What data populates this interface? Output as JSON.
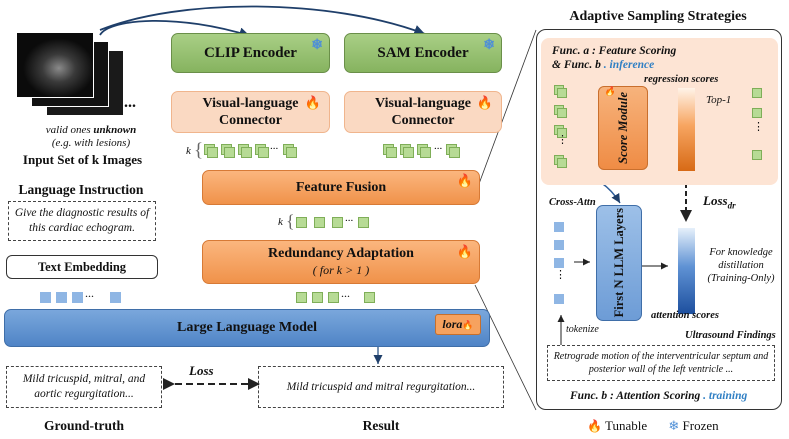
{
  "input": {
    "more_dots": "...",
    "note_line1_prefix": "valid ones ",
    "note_line1_bold": "unknown",
    "note_line2": "(e.g. with lesions)",
    "caption": "Input Set of k Images"
  },
  "encoders": {
    "clip": "CLIP Encoder",
    "sam": "SAM Encoder"
  },
  "connector": {
    "line1": "Visual-language",
    "line2": "Connector"
  },
  "k_label": "k",
  "dots": "...",
  "feature_fusion": "Feature Fusion",
  "redundancy": {
    "title": "Redundancy Adaptation",
    "sub": "( for k > 1 )"
  },
  "language": {
    "title": "Language Instruction",
    "instruction": "Give the diagnostic results of this cardiac echogram.",
    "embedding": "Text Embedding"
  },
  "llm": {
    "label": "Large Language Model",
    "lora": "lora"
  },
  "ground_truth": {
    "text": "Mild tricuspid, mitral, and aortic regurgitation...",
    "caption": "Ground-truth"
  },
  "loss": "Loss",
  "result": {
    "text": "Mild tricuspid and mitral regurgitation...",
    "caption": "Result"
  },
  "adaptive": {
    "title": "Adaptive Sampling Strategies",
    "func_a_line1": "Func. a : Feature Scoring",
    "func_a_line2_prefix": "& Func. b ",
    "func_a_line2_accent": ". inference",
    "regression_scores": "regression scores",
    "score_module": "Score Module",
    "top1": "Top-1",
    "loss_dr": "Loss",
    "loss_dr_sub": "dr",
    "cross_attn": "Cross-Attn",
    "first_n_llm": "First N LLM Layers",
    "distill": "For knowledge distillation (Training-Only)",
    "attention_scores": "attention scores",
    "tokenize": "tokenize",
    "findings_title": "Ultrasound Findings",
    "findings_text": "Retrograde motion of the interventricular septum and posterior wall of the left ventricle ...",
    "func_b_prefix": "Func. b : Attention Scoring ",
    "func_b_accent": ". training"
  },
  "legend": {
    "tunable": "Tunable",
    "frozen": "Frozen"
  },
  "colors": {
    "accent_blue": "#2f7fc4",
    "green": "#8dbb64",
    "orange": "#f29a55",
    "peach": "#fbdcc6",
    "llm_blue": "#5a8fd0"
  }
}
